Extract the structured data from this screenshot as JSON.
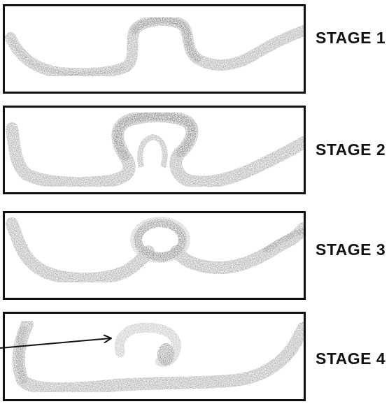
{
  "stages": [
    {
      "label": "STAGE 1"
    },
    {
      "label": "STAGE 2"
    },
    {
      "label": "STAGE 3"
    },
    {
      "label": "STAGE 4"
    }
  ],
  "colors": {
    "tissue": "#8a8a8a",
    "tissue_dark": "#3d3d3d",
    "border": "#111111",
    "arrow": "#111111"
  }
}
